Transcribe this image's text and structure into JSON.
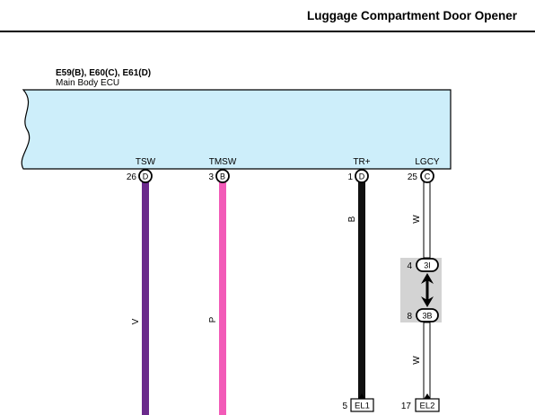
{
  "header": {
    "title": "Luggage Compartment Door Opener"
  },
  "component": {
    "code": "E59(B), E60(C), E61(D)",
    "name": "Main Body ECU"
  },
  "colors": {
    "ecu_fill": "#cdeefa",
    "wire_v": "#6b2a8c",
    "wire_p": "#f25bb8",
    "wire_b": "#111111",
    "wire_w": "#ffffff",
    "connector_box": "#d3d3d3"
  },
  "pins": [
    {
      "signal": "TSW",
      "pin_no": "26",
      "connector": "D"
    },
    {
      "signal": "TMSW",
      "pin_no": "3",
      "connector": "B"
    },
    {
      "signal": "TR+",
      "pin_no": "1",
      "connector": "D"
    },
    {
      "signal": "LGCY",
      "pin_no": "25",
      "connector": "C"
    }
  ],
  "wires": [
    {
      "color_code": "V"
    },
    {
      "color_code": "P"
    },
    {
      "color_code": "B"
    },
    {
      "color_code": "W",
      "lower_color_code": "W"
    }
  ],
  "inline_connector": {
    "upper": {
      "pin_no": "4",
      "id": "3I"
    },
    "lower": {
      "pin_no": "8",
      "id": "3B"
    }
  },
  "terminals": [
    {
      "pin_no": "5",
      "id": "EL1"
    },
    {
      "pin_no": "17",
      "id": "EL2"
    }
  ]
}
